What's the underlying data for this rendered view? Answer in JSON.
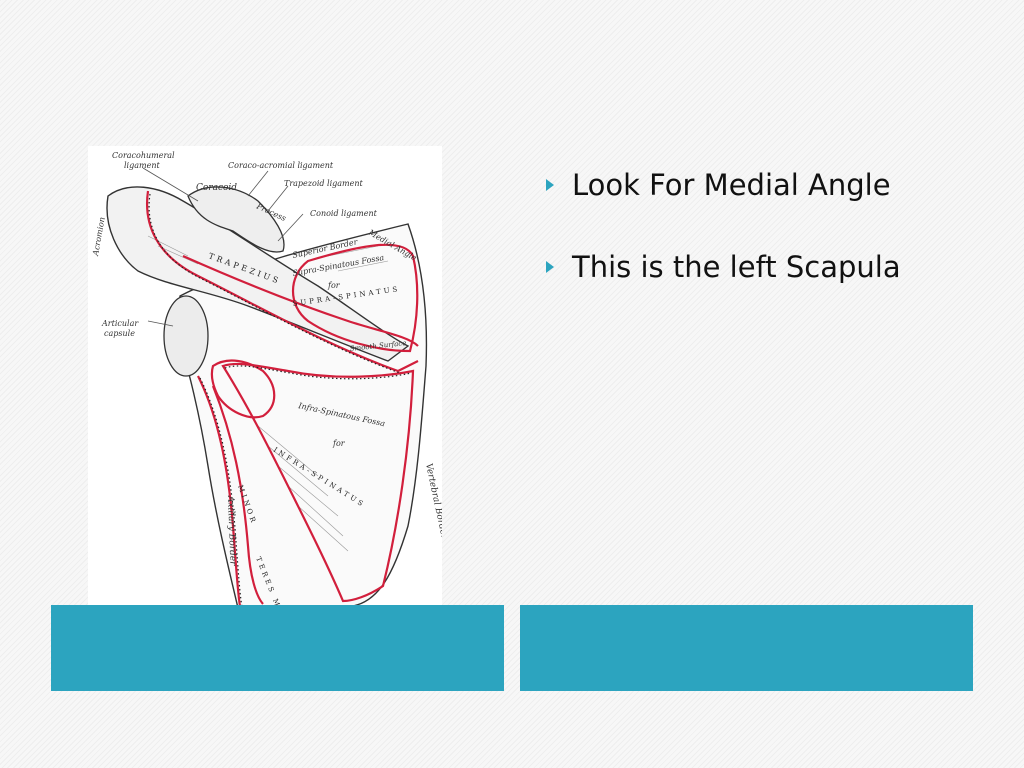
{
  "slide": {
    "bullets": [
      "Look For Medial Angle",
      "This is the left Scapula"
    ]
  },
  "figure": {
    "labels": {
      "coracohumeral": "Coracohumeral",
      "ligament": "ligament",
      "coraco_acromial": "Coraco-acromial ligament",
      "trapezoid": "Trapezoid ligament",
      "conoid": "Conoid ligament",
      "coracoid": "Coracoid",
      "process": "Process",
      "acromion": "Acromion",
      "superior_border": "Superior Border",
      "medial_angle": "Medial Angle",
      "supra_spinatous_fossa": "Supra-Spinatous Fossa",
      "for": "for",
      "supra_spinatus": "SUPRA-SPINATUS",
      "trapezius": "TRAPEZIUS",
      "articular": "Articular",
      "capsule": "capsule",
      "smooth_surface": "Smooth Surface",
      "infra_spinatous_fossa": "Infra-Spinatous Fossa",
      "infra_spinatus": "INFRA-SPINATUS",
      "minor": "MINOR",
      "teres_major": "TERES MA",
      "axillary_border": "Axillary Border",
      "vertebral_border": "Vertebral Border"
    }
  }
}
